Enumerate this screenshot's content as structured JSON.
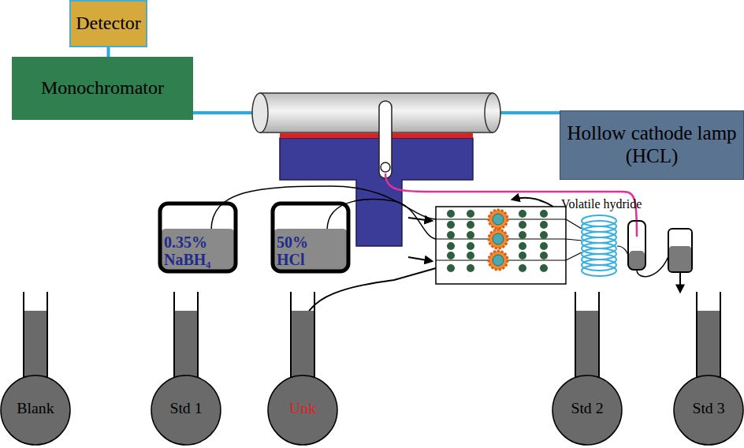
{
  "diagram": {
    "nodes": [
      {
        "text": [
          "Detector"
        ]
      },
      {
        "text": [
          "Monochromator"
        ]
      },
      {
        "text": [
          "Hollow cathode lamp (HCL)"
        ]
      },
      {
        "text": [
          "0.35% NaBH₄"
        ]
      },
      {
        "text": [
          "50% HCl"
        ]
      },
      {
        "text": [
          "Blank"
        ]
      },
      {
        "text": [
          "Std 1"
        ]
      },
      {
        "text": [
          "Unk"
        ]
      },
      {
        "text": [
          "Std 2"
        ]
      },
      {
        "text": [
          "Std 3"
        ]
      }
    ],
    "edges": [
      {
        "from": 0,
        "to": 1,
        "arrow": "none"
      },
      {
        "from": 2,
        "to": 1,
        "arrow": "none"
      }
    ],
    "labels": [
      "Volatile hydride"
    ]
  }
}
